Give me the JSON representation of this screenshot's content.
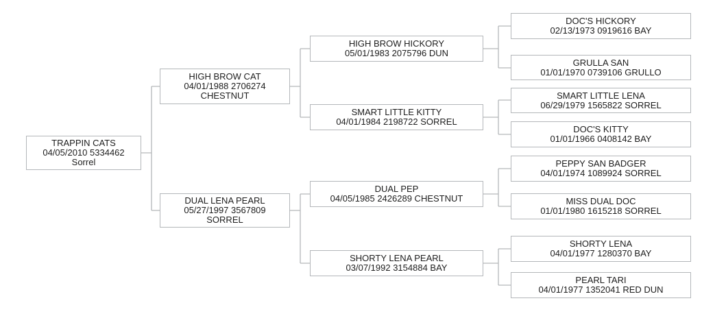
{
  "colors": {
    "background": "#ffffff",
    "box_border": "#b3b6b9",
    "connector": "#b3b6b9",
    "text": "#1c1c1c"
  },
  "pedigree": {
    "subject": {
      "lines": [
        "TRAPPIN CATS",
        "04/05/2010 5334462",
        "Sorrel"
      ]
    },
    "sire": {
      "lines": [
        "HIGH BROW CAT",
        "04/01/1988 2706274",
        "CHESTNUT"
      ]
    },
    "dam": {
      "lines": [
        "DUAL LENA PEARL",
        "05/27/1997 3567809",
        "SORREL"
      ]
    },
    "sire_sire": {
      "lines": [
        "HIGH BROW HICKORY",
        "05/01/1983 2075796 DUN"
      ]
    },
    "sire_dam": {
      "lines": [
        "SMART LITTLE KITTY",
        "04/01/1984 2198722 SORREL"
      ]
    },
    "dam_sire": {
      "lines": [
        "DUAL PEP",
        "04/05/1985 2426289 CHESTNUT"
      ]
    },
    "dam_dam": {
      "lines": [
        "SHORTY LENA PEARL",
        "03/07/1992 3154884 BAY"
      ]
    },
    "sire_sire_sire": {
      "lines": [
        "DOC'S HICKORY",
        "02/13/1973 0919616 BAY"
      ]
    },
    "sire_sire_dam": {
      "lines": [
        "GRULLA SAN",
        "01/01/1970 0739106 GRULLO"
      ]
    },
    "sire_dam_sire": {
      "lines": [
        "SMART LITTLE LENA",
        "06/29/1979 1565822 SORREL"
      ]
    },
    "sire_dam_dam": {
      "lines": [
        "DOC'S KITTY",
        "01/01/1966 0408142 BAY"
      ]
    },
    "dam_sire_sire": {
      "lines": [
        "PEPPY SAN BADGER",
        "04/01/1974 1089924 SORREL"
      ]
    },
    "dam_sire_dam": {
      "lines": [
        "MISS DUAL DOC",
        "01/01/1980 1615218 SORREL"
      ]
    },
    "dam_dam_sire": {
      "lines": [
        "SHORTY LENA",
        "04/01/1977 1280370 BAY"
      ]
    },
    "dam_dam_dam": {
      "lines": [
        "PEARL TARI",
        "04/01/1977 1352041 RED DUN"
      ]
    }
  }
}
